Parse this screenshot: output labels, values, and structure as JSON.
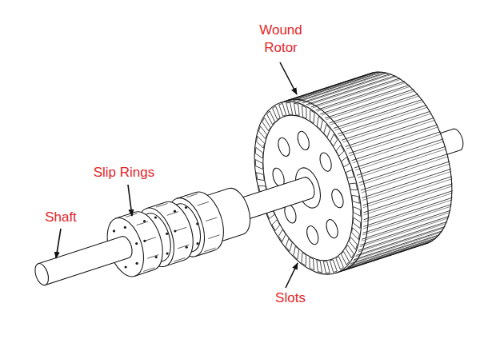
{
  "diagram": {
    "labels": [
      "Wound Rotor",
      "Slip Rings",
      "Shaft",
      "Slots"
    ]
  }
}
